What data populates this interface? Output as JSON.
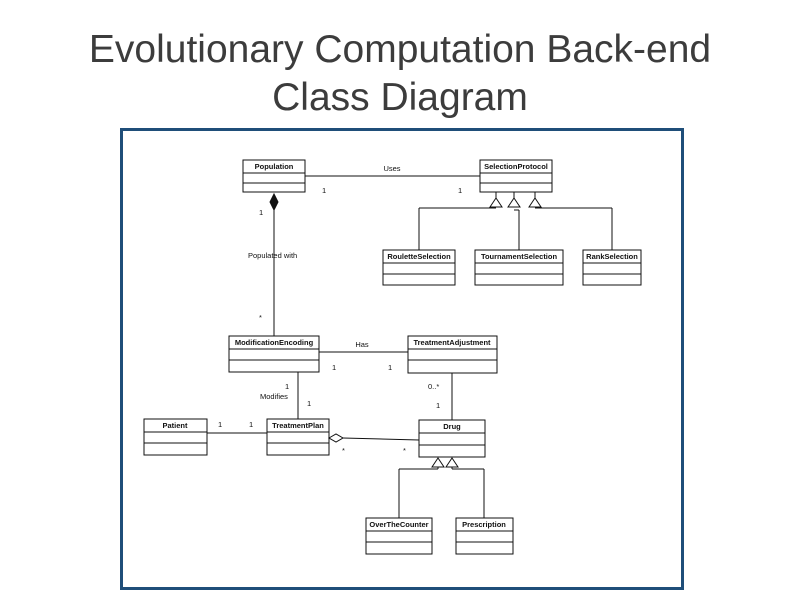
{
  "slide": {
    "title_line1": "Evolutionary Computation Back-end",
    "title_line2": "Class Diagram"
  },
  "diagram": {
    "classes": {
      "population": "Population",
      "selection_protocol": "SelectionProtocol",
      "roulette_selection": "RouletteSelection",
      "tournament_selection": "TournamentSelection",
      "rank_selection": "RankSelection",
      "modification_encoding": "ModificationEncoding",
      "treatment_adjustment": "TreatmentAdjustment",
      "patient": "Patient",
      "treatment_plan": "TreatmentPlan",
      "drug": "Drug",
      "over_the_counter": "OverTheCounter",
      "prescription": "Prescription"
    },
    "relation_labels": {
      "uses": "Uses",
      "populated_with": "Populated with",
      "has": "Has",
      "modifies": "Modifies"
    },
    "multiplicities": {
      "uses_population_end": "1",
      "uses_selection_end": "1",
      "populated_population_end": "1",
      "populated_encoding_end": "*",
      "has_encoding_end": "1",
      "has_adjustment_end": "1",
      "modifies_encoding_end": "1",
      "modifies_plan_end": "1",
      "adjustment_drug_top": "0..*",
      "adjustment_drug_bottom": "1",
      "patient_end": "1",
      "plan_patient_end": "1",
      "plan_drug_end": "*",
      "drug_plan_end": "*"
    }
  }
}
